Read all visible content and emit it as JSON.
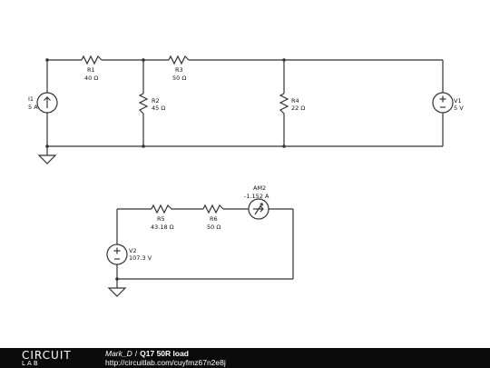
{
  "circuit": {
    "components": {
      "I1": {
        "name": "I1",
        "value": "5 A"
      },
      "R1": {
        "name": "R1",
        "value": "40 Ω"
      },
      "R2": {
        "name": "R2",
        "value": "45 Ω"
      },
      "R3": {
        "name": "R3",
        "value": "50 Ω"
      },
      "R4": {
        "name": "R4",
        "value": "22 Ω"
      },
      "V1": {
        "name": "V1",
        "value": "5 V"
      },
      "R5": {
        "name": "R5",
        "value": "43.18 Ω"
      },
      "R6": {
        "name": "R6",
        "value": "50 Ω"
      },
      "AM2": {
        "name": "AM2",
        "value": "-1.152 A"
      },
      "V2": {
        "name": "V2",
        "value": "107.3 V"
      }
    }
  },
  "footer": {
    "logo_top": "CIRCUIT",
    "logo_bottom": "LAB",
    "user": "Mark_D",
    "separator": "/",
    "title": "Q17 50R load",
    "url": "http://circuitlab.com/cuyfmz67n2e8j"
  }
}
